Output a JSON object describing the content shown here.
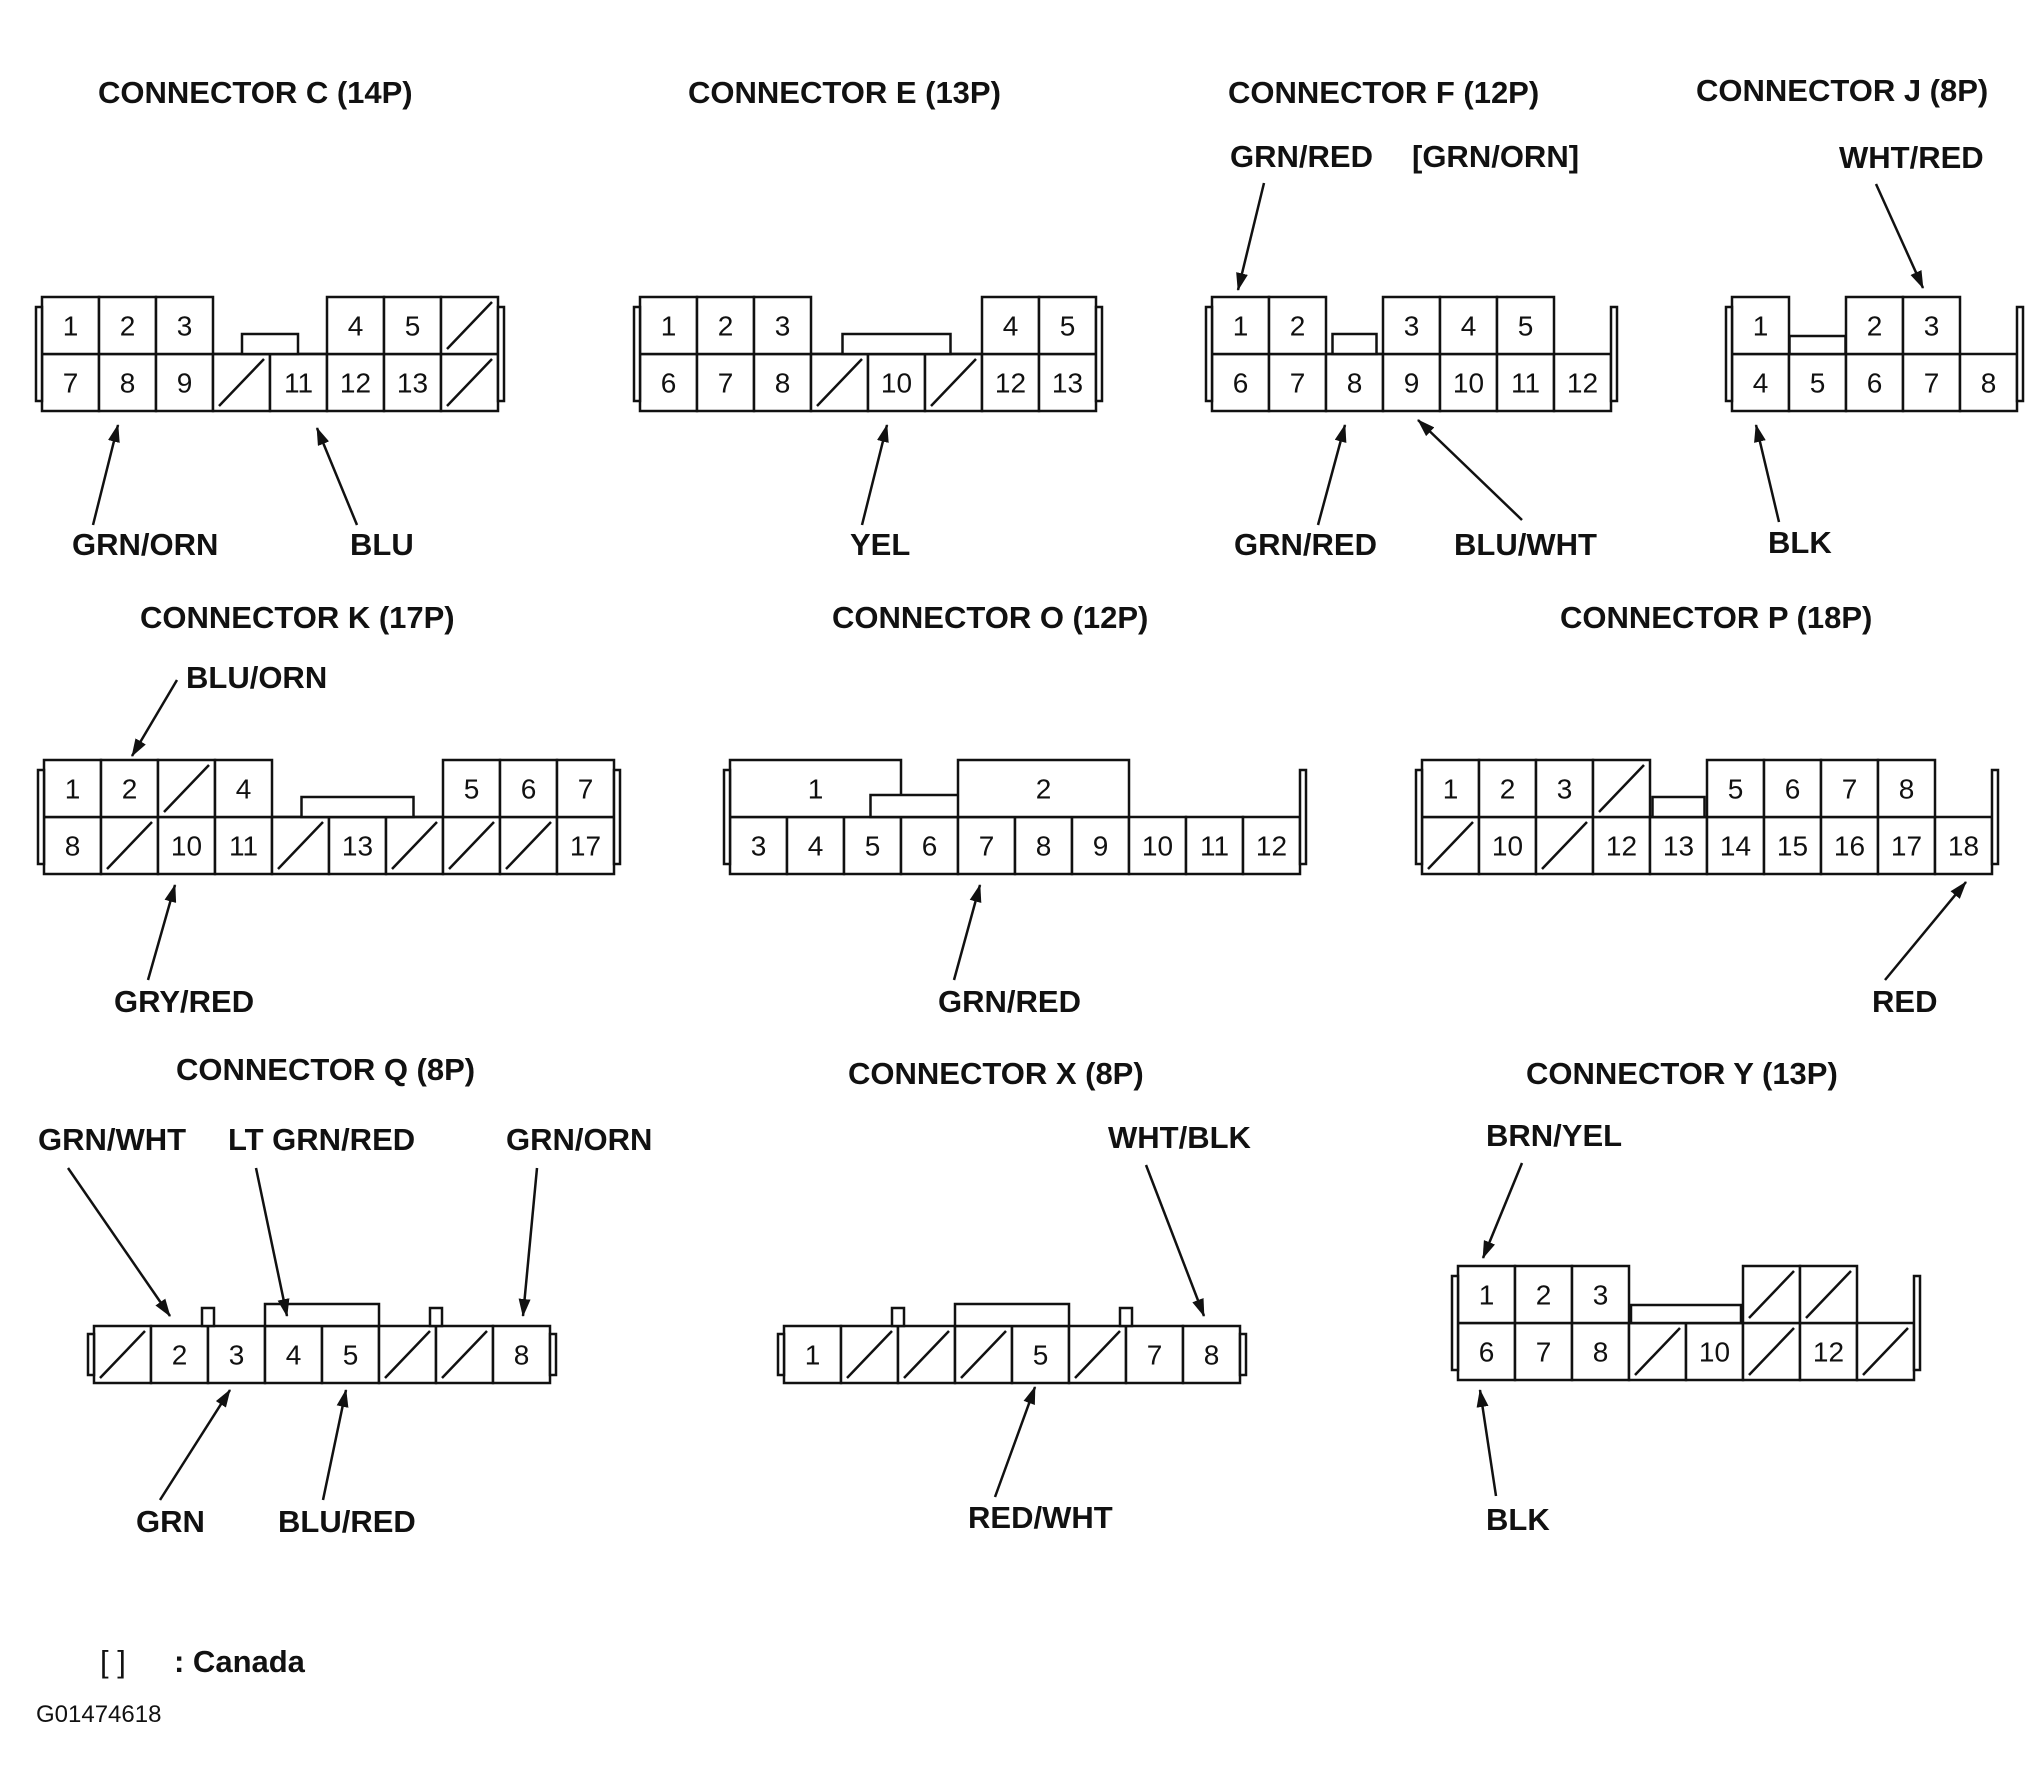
{
  "connectors": [
    {
      "id": "c",
      "title": "CONNECTOR C (14P)",
      "top": [
        "1",
        "2",
        "3",
        "",
        "4",
        "5",
        "x"
      ],
      "bottom": [
        "7",
        "8",
        "9",
        "x",
        "11",
        "12",
        "13",
        "x"
      ],
      "wires": [
        {
          "label": "GRN/ORN"
        },
        {
          "label": "BLU"
        }
      ]
    },
    {
      "id": "e",
      "title": "CONNECTOR E (13P)",
      "top": [
        "1",
        "2",
        "3",
        "",
        "4",
        "5"
      ],
      "bottom": [
        "6",
        "7",
        "8",
        "x",
        "10",
        "x",
        "12",
        "13"
      ],
      "wires": [
        {
          "label": "YEL"
        }
      ]
    },
    {
      "id": "f",
      "title": "CONNECTOR F (12P)",
      "top": [
        "1",
        "2",
        "",
        "3",
        "4",
        "5"
      ],
      "bottom": [
        "6",
        "7",
        "8",
        "9",
        "10",
        "11",
        "12"
      ],
      "wires": [
        {
          "label": "GRN/RED",
          "note": "[GRN/ORN]"
        },
        {
          "label": "GRN/RED"
        },
        {
          "label": "BLU/WHT"
        }
      ]
    },
    {
      "id": "j",
      "title": "CONNECTOR J (8P)",
      "top": [
        "1",
        "",
        "2",
        "3"
      ],
      "bottom": [
        "4",
        "5",
        "6",
        "7",
        "8"
      ],
      "wires": [
        {
          "label": "WHT/RED"
        },
        {
          "label": "BLK"
        }
      ]
    },
    {
      "id": "k",
      "title": "CONNECTOR K (17P)",
      "top": [
        "1",
        "2",
        "x",
        "4",
        "",
        "5",
        "6",
        "7"
      ],
      "bottom": [
        "8",
        "x",
        "10",
        "11",
        "x",
        "13",
        "x",
        "x",
        "x",
        "17"
      ],
      "wires": [
        {
          "label": "BLU/ORN"
        },
        {
          "label": "GRY/RED"
        }
      ]
    },
    {
      "id": "o",
      "title": "CONNECTOR O (12P)",
      "top": [
        "1",
        "",
        "2"
      ],
      "bottom": [
        "3",
        "4",
        "5",
        "6",
        "7",
        "8",
        "9",
        "10",
        "11",
        "12"
      ],
      "wires": [
        {
          "label": "GRN/RED"
        }
      ]
    },
    {
      "id": "p",
      "title": "CONNECTOR P (18P)",
      "top": [
        "1",
        "2",
        "3",
        "x",
        "",
        "5",
        "6",
        "7",
        "8"
      ],
      "bottom": [
        "x",
        "10",
        "x",
        "12",
        "13",
        "14",
        "15",
        "16",
        "17",
        "18"
      ],
      "wires": [
        {
          "label": "RED"
        }
      ]
    },
    {
      "id": "q",
      "title": "CONNECTOR Q (8P)",
      "row": [
        "x",
        "2",
        "3",
        "4",
        "5",
        "x",
        "x",
        "8"
      ],
      "wires": [
        {
          "label": "GRN/WHT"
        },
        {
          "label": "LT GRN/RED"
        },
        {
          "label": "GRN/ORN"
        },
        {
          "label": "GRN"
        },
        {
          "label": "BLU/RED"
        }
      ]
    },
    {
      "id": "x",
      "title": "CONNECTOR X (8P)",
      "row": [
        "1",
        "x",
        "x",
        "x",
        "5",
        "x",
        "7",
        "8"
      ],
      "wires": [
        {
          "label": "WHT/BLK"
        },
        {
          "label": "RED/WHT"
        }
      ]
    },
    {
      "id": "y",
      "title": "CONNECTOR Y (13P)",
      "top": [
        "1",
        "2",
        "3",
        "",
        "x",
        "x"
      ],
      "bottom": [
        "6",
        "7",
        "8",
        "x",
        "10",
        "x",
        "12",
        "x"
      ],
      "wires": [
        {
          "label": "BRN/YEL"
        },
        {
          "label": "BLK"
        }
      ]
    }
  ],
  "legend": {
    "bracket": "[  ]",
    "text": ": Canada"
  },
  "figure_code": "G01474618"
}
